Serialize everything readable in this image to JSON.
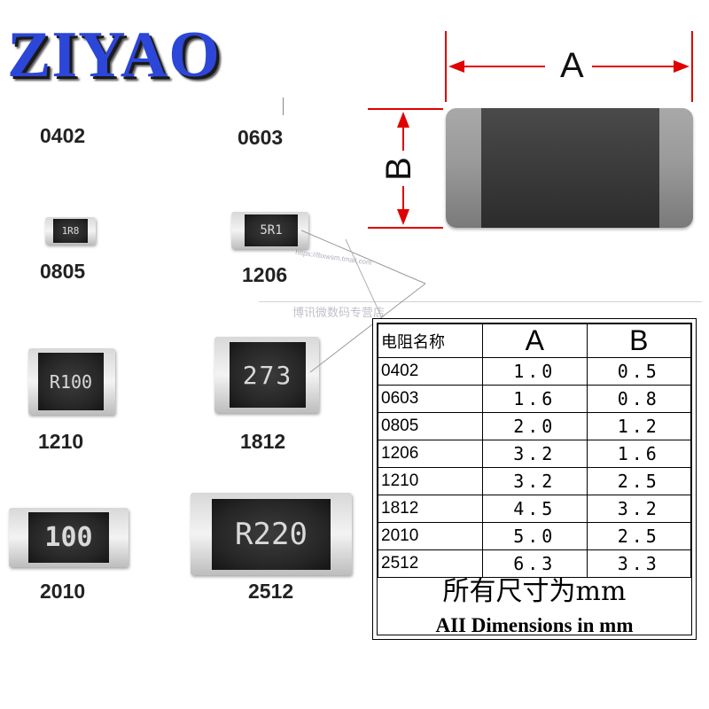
{
  "brand": {
    "logo_text": "ZIYAO",
    "logo_color": "#2c46d8"
  },
  "sizes": {
    "s0402": "0402",
    "s0603": "0603",
    "s0805": "0805",
    "s1206": "1206",
    "s1210": "1210",
    "s1812": "1812",
    "s2010": "2010",
    "s2512": "2512"
  },
  "chip_markings": {
    "c0805": "1R8",
    "c1206": "5R1",
    "c1210": "R100",
    "c1812": "273",
    "c2010": "100",
    "c2512": "R220"
  },
  "dimension_drawing": {
    "label_a": "A",
    "label_b": "B",
    "arrow_color": "#e00000"
  },
  "watermark": {
    "url": "https://lbxwsm.tmall.com",
    "text": "博讯微数码专营店"
  },
  "table": {
    "header": {
      "name": "电阻名称",
      "a": "A",
      "b": "B"
    },
    "rows": [
      {
        "name": "0402",
        "a": "1.0",
        "b": "0.5"
      },
      {
        "name": "0603",
        "a": "1.6",
        "b": "0.8"
      },
      {
        "name": "0805",
        "a": "2.0",
        "b": "1.2"
      },
      {
        "name": "1206",
        "a": "3.2",
        "b": "1.6"
      },
      {
        "name": "1210",
        "a": "3.2",
        "b": "2.5"
      },
      {
        "name": "1812",
        "a": "4.5",
        "b": "3.2"
      },
      {
        "name": "2010",
        "a": "5.0",
        "b": "2.5"
      },
      {
        "name": "2512",
        "a": "6.3",
        "b": "3.3"
      }
    ],
    "footer_cn": "所有尺寸为mm",
    "footer_en": "AII Dimensions in mm"
  }
}
